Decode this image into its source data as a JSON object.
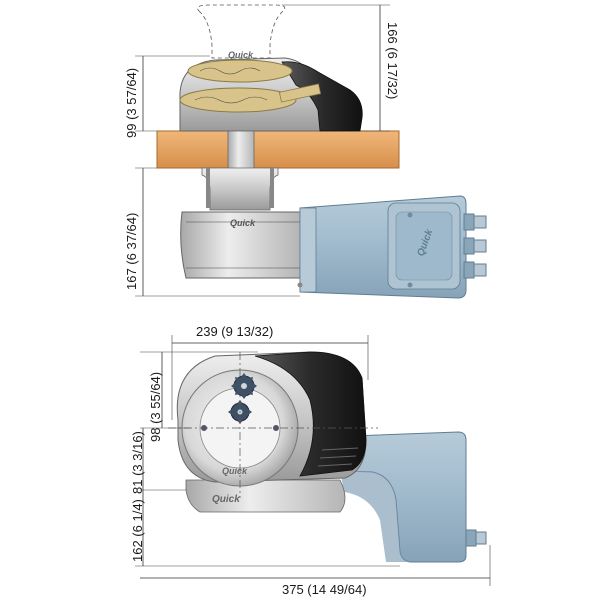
{
  "dimensions": {
    "capstan_height": "166 (6 17/32)",
    "deck_height": "99 (3 57/64)",
    "below_deck_height": "167 (6 37/64)",
    "width": "239 (9 13/32)",
    "gypsy_offset": "98 (3 55/64)",
    "center_offset": "81 (3 3/16)",
    "depth": "162 (6 1/4)",
    "total_length": "375 (14 49/64)"
  },
  "logos": {
    "brand": "Quick"
  },
  "colors": {
    "wood": "#e3a15f",
    "motor": "#9fb9cc",
    "motor_dark": "#7f9bb0",
    "metal": "#c9c9c9",
    "dark_cover": "#2d2d2d",
    "gold": "#d8c48a"
  }
}
